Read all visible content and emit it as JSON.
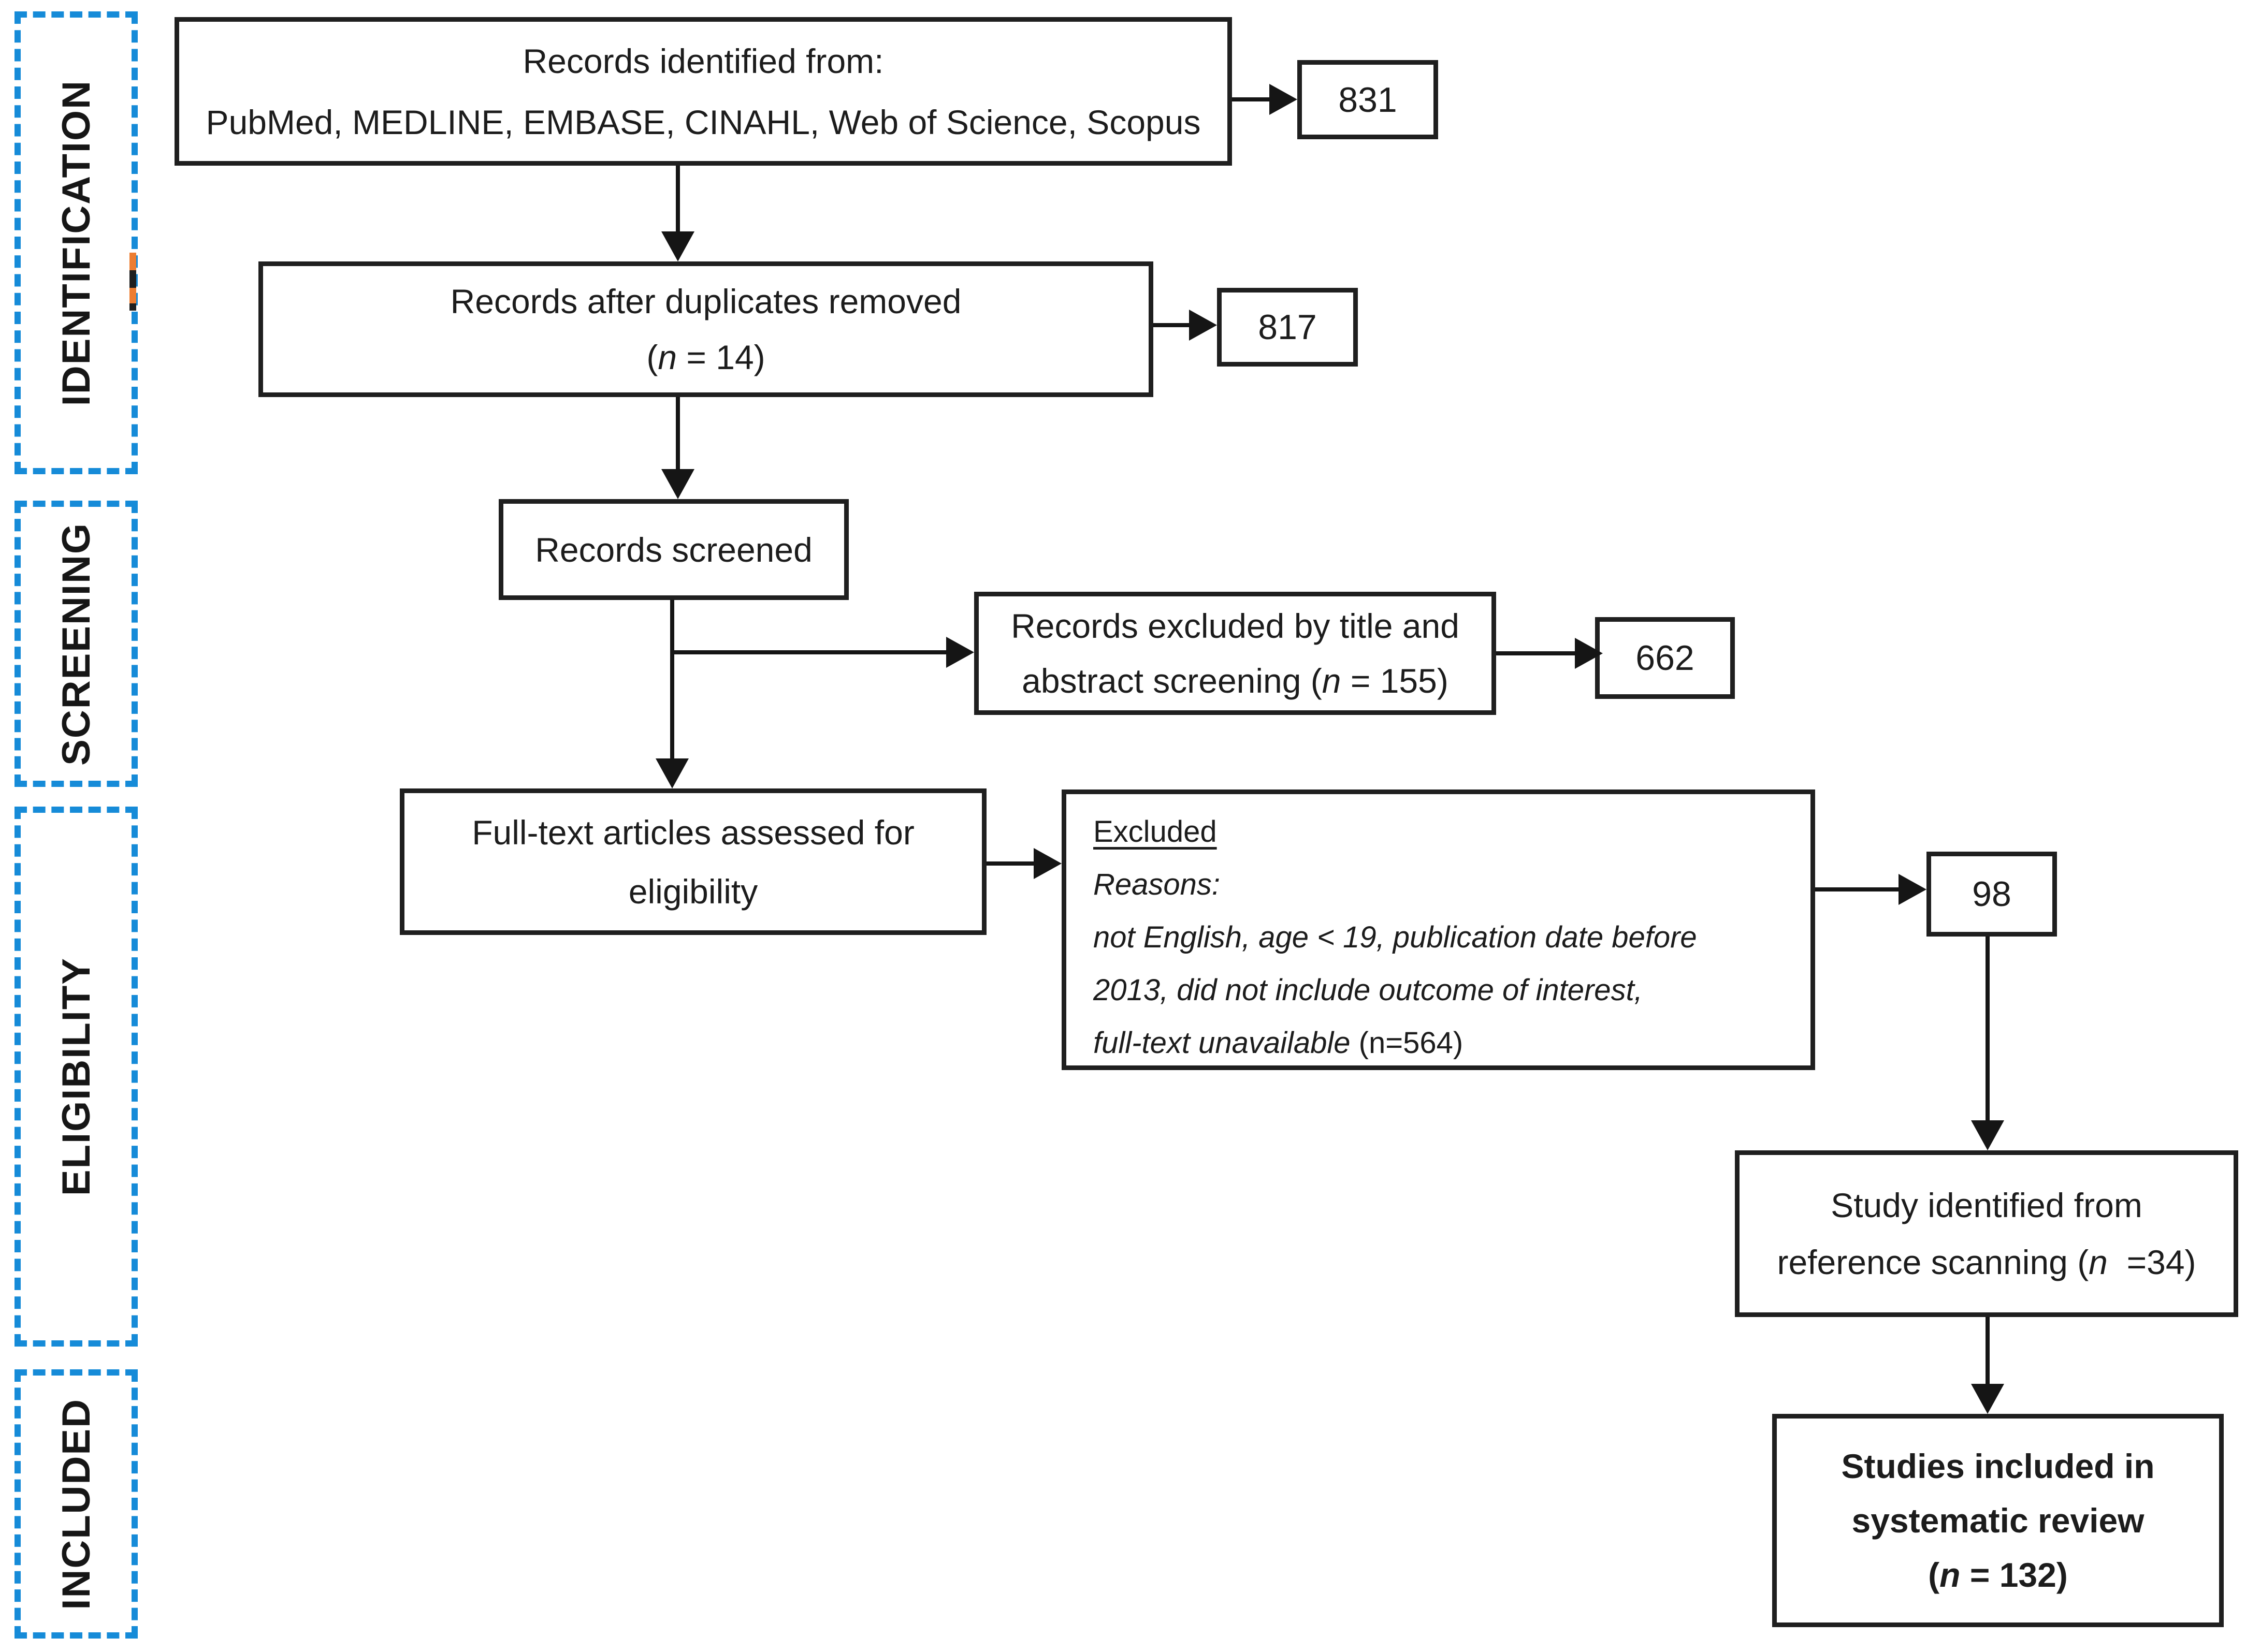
{
  "diagram": {
    "kind": "PRISMA-style systematic review flow diagram",
    "colors": {
      "stage_border_blue": "#168BD8",
      "box_border": "#1f1f1f",
      "text": "#1c1c1c",
      "stray_marker_orange": "#ED7D31"
    },
    "stages": {
      "identification": "IDENTIFICATION",
      "screening": "SCREENING",
      "eligibility": "ELIGIBILITY",
      "included": "INCLUDED"
    },
    "boxes": {
      "records_identified": {
        "line1": "Records identified from:",
        "line2": "PubMed, MEDLINE, EMBASE, CINAHL, Web of Science, Scopus"
      },
      "count_identified": "831",
      "duplicates_removed": {
        "line1": "Records after duplicates removed",
        "l2a": "(",
        "l2b": "n",
        "l2c": " = 14)"
      },
      "count_after_duplicates": "817",
      "records_screened": {
        "line1": "Records screened"
      },
      "excluded_title_abstract": {
        "line1": "Records excluded by title and",
        "l2a": "abstract screening (",
        "l2b": "n",
        "l2c": " = 155)"
      },
      "count_excluded_screening": "662",
      "full_text_assessed": {
        "line1": "Full-text articles assessed for",
        "line2": "eligibility"
      },
      "excluded_reasons": {
        "heading": "Excluded",
        "subheading": "Reasons:",
        "reason1": "not English, age < 19, publication date before",
        "reason2": "2013, did not include outcome of interest,",
        "reason3_italic": "full-text unavailable",
        "reason3_plain": " (n=564)"
      },
      "count_full_text_remaining": "98",
      "reference_scanning": {
        "line1": "Study identified from",
        "l2a": "reference scanning (",
        "l2b": "n",
        "l2c": "  =34)"
      },
      "studies_included": {
        "line1": "Studies included in",
        "line2": "systematic review",
        "l3a": "(",
        "l3b": "n",
        "l3c": " = 132)"
      }
    }
  }
}
